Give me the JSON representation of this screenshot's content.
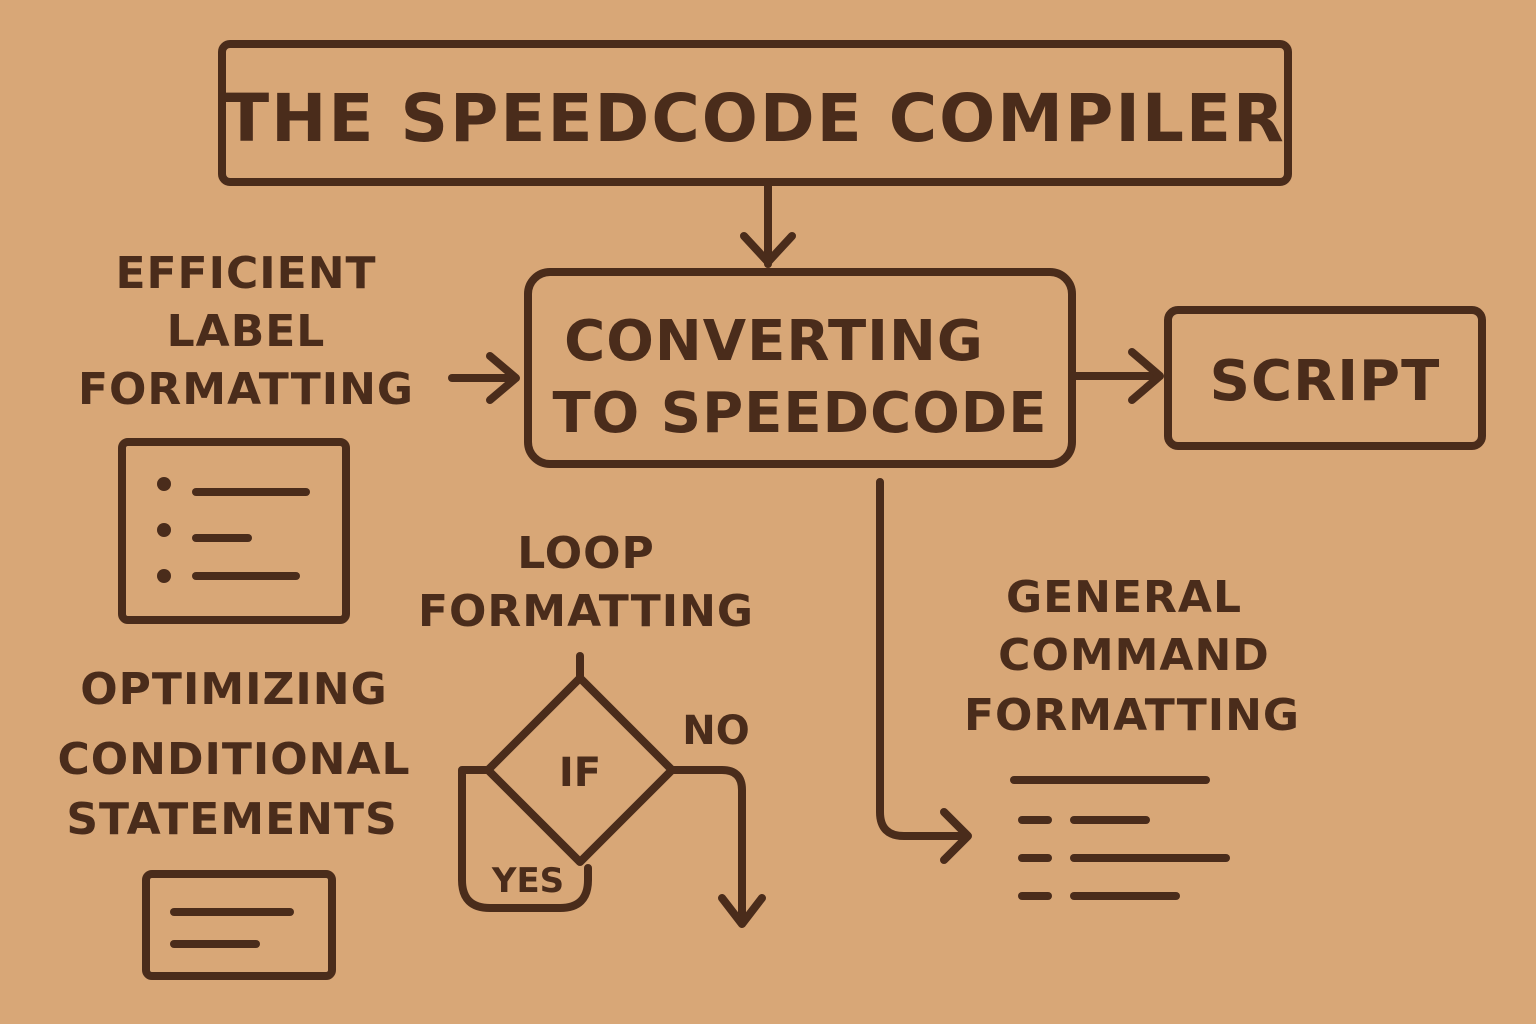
{
  "title": "THE SPEEDCODE COMPILER",
  "converting": {
    "line1": "CONVERTING",
    "line2": "TO SPEEDCODE"
  },
  "script": "SCRIPT",
  "efficient_label": {
    "line1": "EFFICIENT",
    "line2": "LABEL",
    "line3": "FORMATTING"
  },
  "loop": {
    "line1": "LOOP",
    "line2": "FORMATTING",
    "if_label": "IF",
    "yes_label": "YES",
    "no_label": "NO"
  },
  "optimizing": {
    "line1": "OPTIMIZING",
    "line2": "CONDITIONAL",
    "line3": "STATEMENTS"
  },
  "general": {
    "line1": "GENERAL",
    "line2": "COMMAND",
    "line3": "FORMATTING"
  },
  "icons": [
    "list-document-icon",
    "text-box-icon",
    "command-lines-icon"
  ],
  "colors": {
    "background": "#d8a777",
    "ink": "#4a2c1b"
  }
}
